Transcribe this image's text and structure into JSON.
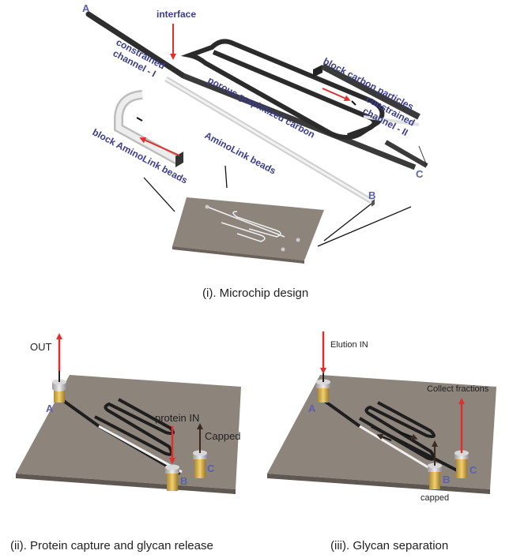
{
  "design": {
    "label_a": "A",
    "label_b": "B",
    "label_c": "C",
    "interface": "interface",
    "constrained_1_line1": "constrained",
    "constrained_1_line2": "channel - I",
    "porous_carbon": "porous graphitized carbon",
    "block_carbon": "block carbon particles",
    "constrained_2_line1": "constrained",
    "constrained_2_line2": "channel - II",
    "aminolink_beads": "AminoLink beads",
    "block_aminolink": "block AminoLink beads",
    "caption": "(i).  Microchip design"
  },
  "capture": {
    "out": "OUT",
    "protein_in": "protein IN",
    "capped": "Capped",
    "label_a": "A",
    "label_b": "B",
    "label_c": "C",
    "caption": "(ii).  Protein capture and glycan release"
  },
  "separation": {
    "elution_in": "Elution IN",
    "collect": "Collect fractions",
    "capped": "capped",
    "label_a": "A",
    "label_b": "B",
    "label_c": "C",
    "caption": "(iii). Glycan separation"
  },
  "colors": {
    "arrow_red": "#e0302b",
    "label_blue": "#3a3d8f",
    "chip_gray": "#8a8179",
    "channel_dark": "#3a3a3a",
    "bead_light": "#e8e8e8"
  }
}
